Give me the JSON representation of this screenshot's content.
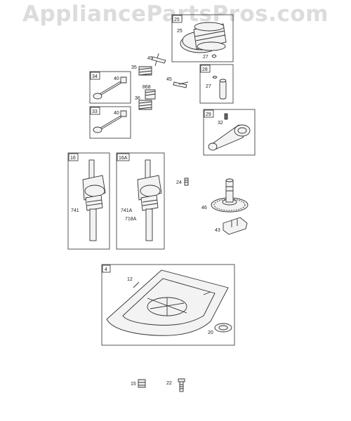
{
  "watermark": "AppliancePartsPros.com",
  "groups": {
    "g25": "25",
    "g28": "28",
    "g34": "34",
    "g33": "33",
    "g29": "29",
    "g16": "16",
    "g16a": "16A",
    "g4": "4"
  },
  "labels": {
    "l25": "25",
    "l27a": "27",
    "l45a": "45",
    "l35": "35",
    "l40a": "40",
    "l868": "868",
    "l45b": "45",
    "l36": "36",
    "l27b": "27",
    "l40b": "40",
    "l32": "32",
    "l741": "741",
    "l741a": "741A",
    "l718a": "718A",
    "l24": "24",
    "l46": "46",
    "l43": "43",
    "l12": "12",
    "l20": "20",
    "l15": "15",
    "l22": "22"
  }
}
